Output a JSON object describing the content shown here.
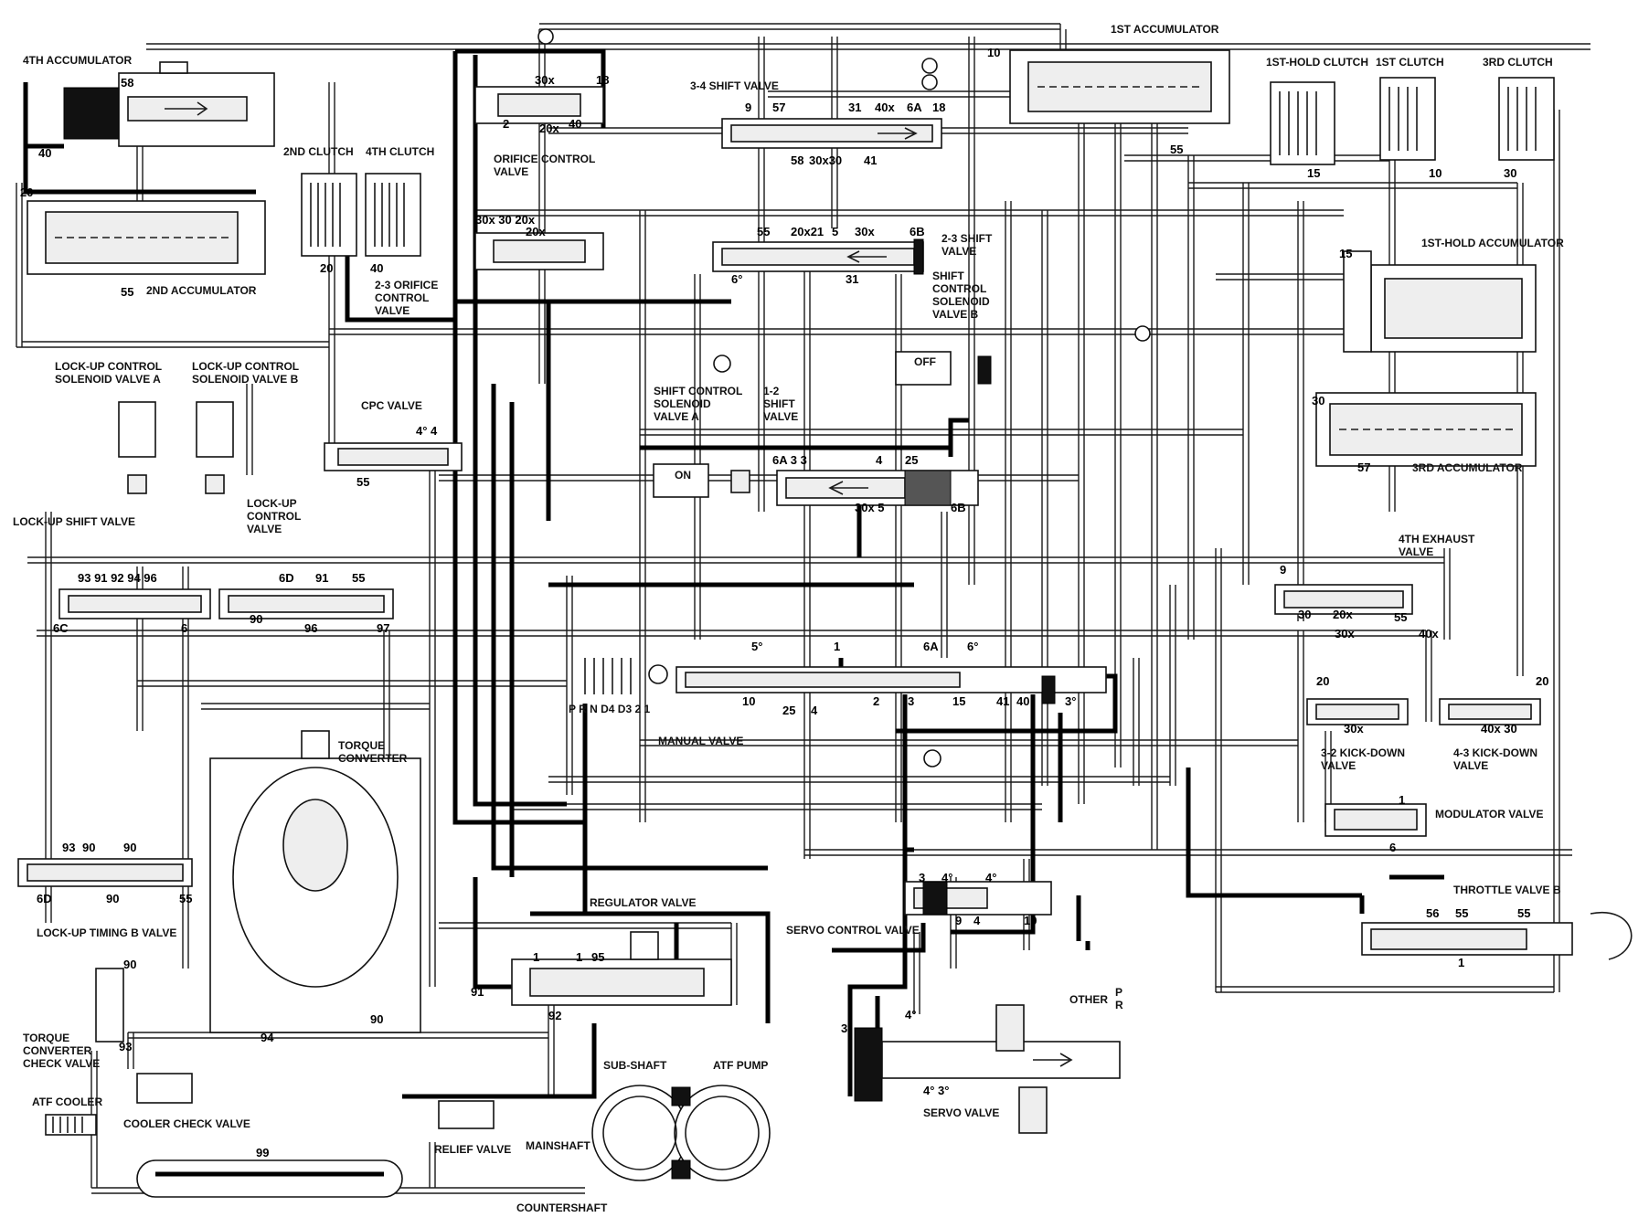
{
  "labels": {
    "acc4": "4TH ACCUMULATOR",
    "acc2": "2ND ACCUMULATOR",
    "clutch2": "2ND CLUTCH",
    "clutch4": "4TH CLUTCH",
    "orifice_ctrl": [
      "ORIFICE CONTROL",
      "VALVE"
    ],
    "orifice23": [
      "2-3 ORIFICE",
      "CONTROL",
      "VALVE"
    ],
    "shift34": "3-4 SHIFT VALVE",
    "acc1": "1ST ACCUMULATOR",
    "hold_clutch1": "1ST-HOLD CLUTCH",
    "clutch1": "1ST CLUTCH",
    "clutch3": "3RD CLUTCH",
    "shift23": [
      "2-3 SHIFT",
      "VALVE"
    ],
    "solenoid_b_shift": [
      "SHIFT",
      "CONTROL",
      "SOLENOID",
      "VALVE B"
    ],
    "hold_acc1": "1ST-HOLD ACCUMULATOR",
    "lockup_a": [
      "LOCK-UP CONTROL",
      "SOLENOID VALVE A"
    ],
    "lockup_b": [
      "LOCK-UP CONTROL",
      "SOLENOID VALVE B"
    ],
    "cpc": "CPC VALVE",
    "solenoid_a_shift": [
      "SHIFT CONTROL",
      "SOLENOID",
      "VALVE A"
    ],
    "shift12": [
      "1-2",
      "SHIFT",
      "VALVE"
    ],
    "off": "OFF",
    "on": "ON",
    "acc3": "3RD ACCUMULATOR",
    "lockup_shift": "LOCK-UP SHIFT VALVE",
    "lockup_ctrl": [
      "LOCK-UP",
      "CONTROL",
      "VALVE"
    ],
    "exhaust4": [
      "4TH EXHAUST",
      "VALVE"
    ],
    "manual": "MANUAL VALVE",
    "gear_positions": "P R N D4 D3 2 1",
    "kickdown32": [
      "3-2 KICK-DOWN",
      "VALVE"
    ],
    "kickdown43": [
      "4-3 KICK-DOWN",
      "VALVE"
    ],
    "torque_conv": [
      "TORQUE",
      "CONVERTER"
    ],
    "modulator": "MODULATOR VALVE",
    "lockup_timing": "LOCK-UP TIMING B VALVE",
    "regulator": "REGULATOR VALVE",
    "servo_ctrl": "SERVO CONTROL VALVE",
    "throttle_b": "THROTTLE VALVE B",
    "tc_check": [
      "TORQUE",
      "CONVERTER",
      "CHECK VALVE"
    ],
    "other": "OTHER",
    "pr": [
      "P",
      "R"
    ],
    "servo": "SERVO VALVE",
    "sub_shaft": "SUB-SHAFT",
    "atf_pump": "ATF PUMP",
    "atf_cooler": "ATF COOLER",
    "cooler_check": "COOLER CHECK VALVE",
    "relief": "RELIEF VALVE",
    "mainshaft": "MAINSHAFT",
    "countershaft": "COUNTERSHAFT"
  },
  "ports": {
    "p58": "58",
    "p40a": "40",
    "p20a": "20",
    "p55a": "55",
    "p20b": "20",
    "p40b": "40",
    "p30x_top": "30x",
    "p18a": "18",
    "p2": "2",
    "p20x": "20x",
    "p40c": "40",
    "p9": "9",
    "p57": "57",
    "p31a": "31",
    "p40x": "40x",
    "p6A": "6A",
    "p18b": "18",
    "p58b": "58",
    "p30x30": "30x30",
    "p41a": "41",
    "p10a": "10",
    "p55b": "55",
    "p15a": "15",
    "p10b": "10",
    "p30a": "30",
    "p30x20x": "30x 30 20x",
    "p20xb": "20x",
    "p55c": "55",
    "p20x21": "20x21",
    "p5a": "5",
    "p30xb": "30x",
    "p6B": "6B",
    "p6deg": "6°",
    "p31b": "31",
    "p15b": "15",
    "p4_4": "4° 4",
    "p55d": "55",
    "p6A3": "6A 3 3",
    "p4a": "4",
    "p25a": "25",
    "p30x5": "30x 5",
    "p6B2": "6B",
    "p30b": "30",
    "p57b": "57",
    "p93row": "93 91 92 94 96",
    "p6D": "6D",
    "p91a": "91",
    "p55e": "55",
    "p6C": "6C",
    "p6a": "6",
    "p90a": "90",
    "p96": "96",
    "p97": "97",
    "p9b": "9",
    "p30c": "30",
    "p20xc": "20x",
    "p55f": "55",
    "p30xc": "30x",
    "p40xb": "40x",
    "p5deg": "5°",
    "p1a": "1",
    "p6Ab": "6A",
    "p6degb": "6°",
    "p10c": "10",
    "p25b": "25",
    "p4b": "4",
    "p2b": "2",
    "p3a": "3",
    "p15c": "15",
    "p41b": "41",
    "p40d": "40",
    "p3deg": "3°",
    "p20c": "20",
    "p30xd": "30x",
    "p20d": "20",
    "p40x30": "40x 30",
    "p93b": "93",
    "p90b": "90",
    "p90c": "90",
    "p6Db": "6D",
    "p90d": "90",
    "p55g": "55",
    "p1b": "1",
    "p6b": "6",
    "p1c": "1",
    "p1d": "1",
    "p95": "95",
    "p92": "92",
    "p91b": "91",
    "p3b": "3",
    "p4degA": "4°",
    "p4degB": "4°",
    "p9c": "9",
    "p4c": "4",
    "p10d": "10",
    "p56": "56",
    "p55h": "55",
    "p55i": "55",
    "p1e": "1",
    "p90e": "90",
    "p93c": "93",
    "p94": "94",
    "p90f": "90",
    "p3degb": "3°",
    "p4degc": "4°",
    "p4deg3": "4° 3°",
    "p99": "99"
  },
  "colors": {
    "line": "#1a1a1a",
    "background": "#ffffff"
  }
}
